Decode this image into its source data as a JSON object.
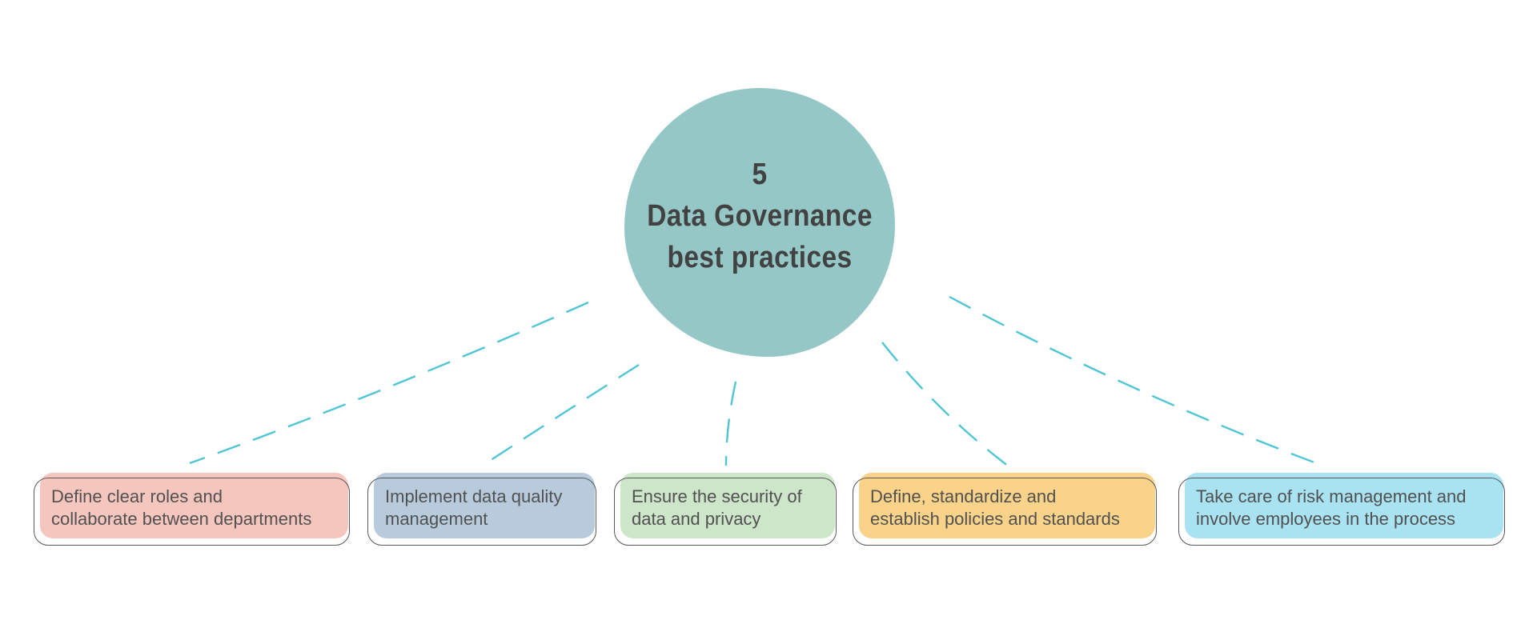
{
  "diagram": {
    "background": "#ffffff",
    "connector_color": "#50C5D3",
    "card_border_color": "#575757",
    "card_text_color": "#515151",
    "center": {
      "count": "5",
      "title_line1": "Data Governance",
      "title_line2": "best practices",
      "full_title": "5 Data Governance best practices",
      "fill": "#95C7C6",
      "text_color": "#424242"
    },
    "nodes": [
      {
        "label": "Define clear roles and collaborate between departments",
        "lines": [
          "Define clear roles and",
          "collaborate between departments"
        ],
        "fill": "#F5C6BE"
      },
      {
        "label": "Implement data quality management",
        "lines": [
          "Implement data quality",
          "management"
        ],
        "fill": "#B8CBDC"
      },
      {
        "label": "Ensure the security of data and privacy",
        "lines": [
          "Ensure the security of",
          "data and privacy"
        ],
        "fill": "#CDE6C9"
      },
      {
        "label": "Define, standardize and establish policies and standards",
        "lines": [
          "Define, standardize and",
          "establish policies and standards"
        ],
        "fill": "#F9D389"
      },
      {
        "label": "Take care of risk management and involve employees in the process",
        "lines": [
          "Take care of risk management and",
          "involve employees in the process"
        ],
        "fill": "#A9E2F0"
      }
    ]
  }
}
